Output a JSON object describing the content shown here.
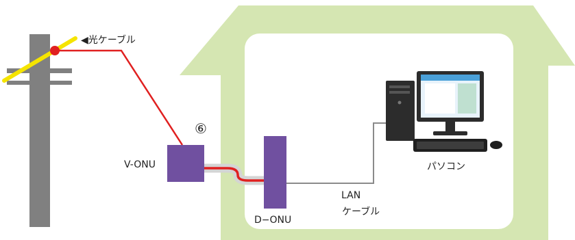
{
  "labels": {
    "optical_cable": "◀光ケーブル",
    "v_onu": "V-ONU",
    "callout_number": "⑥",
    "d_onu": "D−ONU",
    "lan_line1": "LAN",
    "lan_line2": "ケーブル",
    "pc": "パソコン"
  },
  "colors": {
    "house": "#d5e6b2",
    "onu": "#7050a0",
    "optical_line": "#e02020",
    "pole_cable": "#f5e400",
    "pole": "#808080",
    "lan_line": "#8a8a8a",
    "connection_point": "#e02020"
  }
}
